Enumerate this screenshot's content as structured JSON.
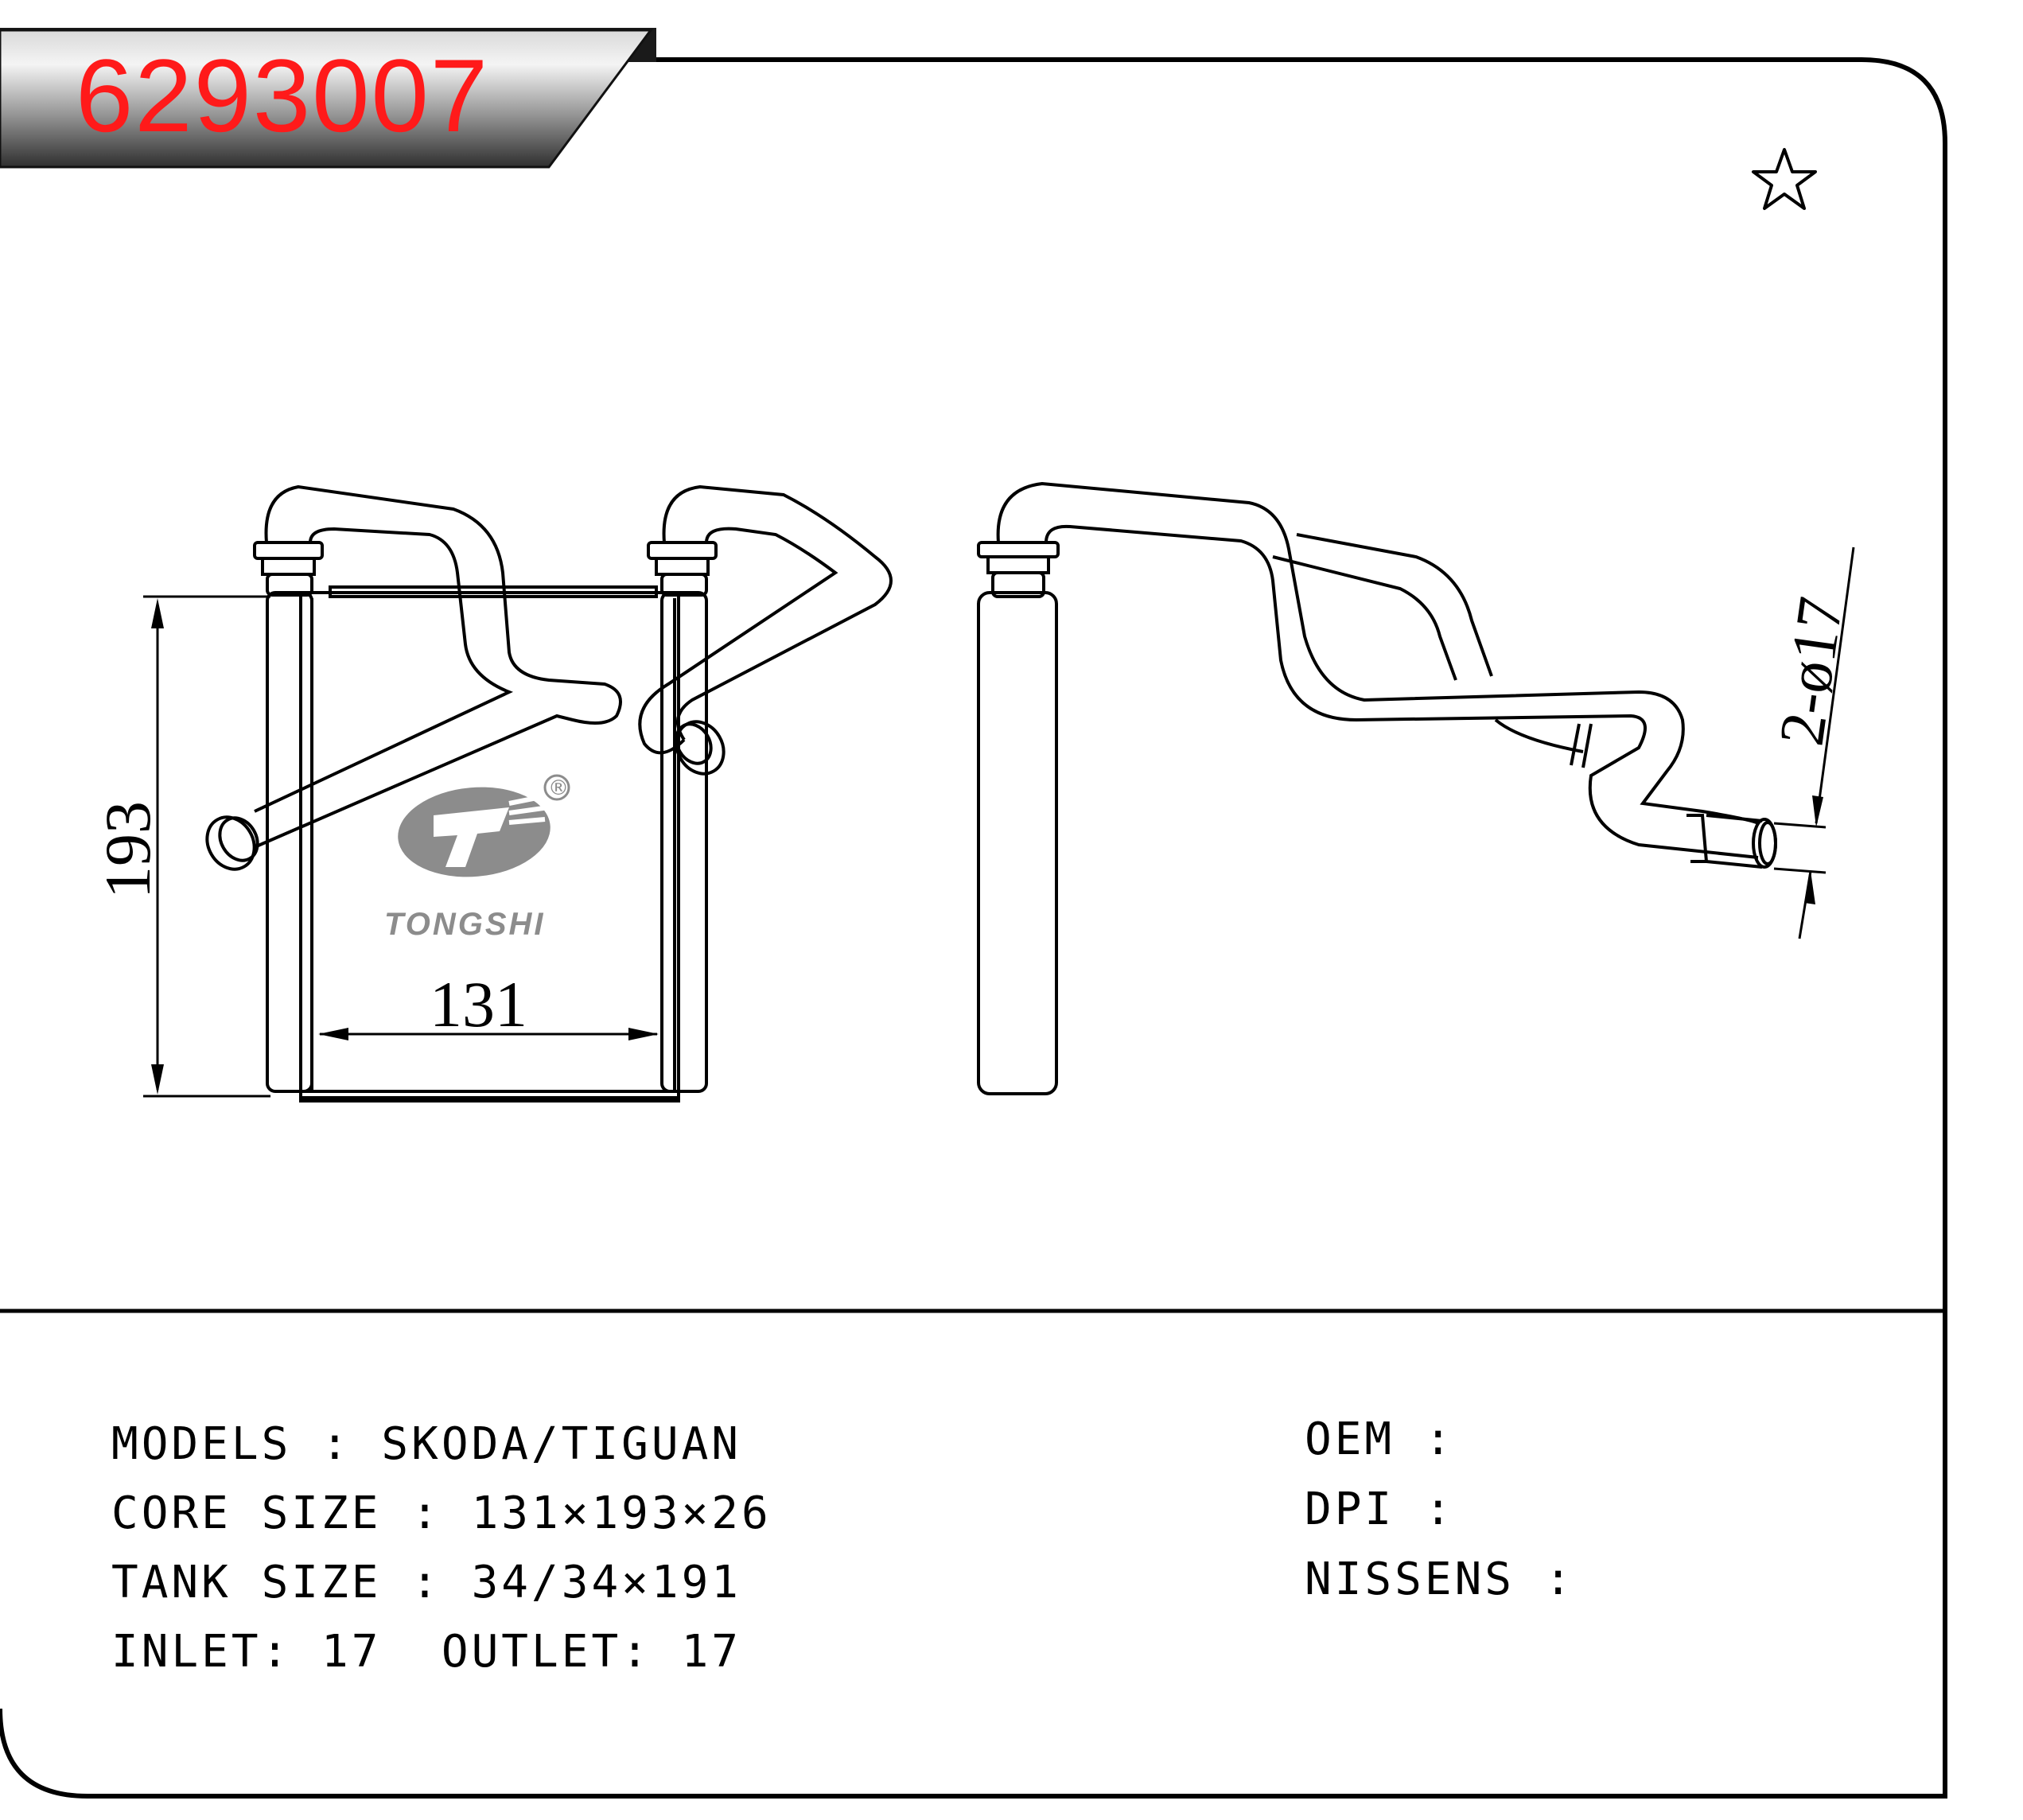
{
  "badge": {
    "part_number": "6293007"
  },
  "markers": {
    "star_icon": "star-outline-icon"
  },
  "drawing": {
    "dim_height": "193",
    "dim_width": "131",
    "dim_pipe": "2-ø17",
    "logo_text": "TONGSHI",
    "logo_registered": "®"
  },
  "specs": {
    "models": "MODELS : SKODA/TIGUAN",
    "core_size": "CORE SIZE : 131×193×26",
    "tank_size": "TANK SIZE : 34/34×191",
    "inlet_outlet": "INLET: 17  OUTLET: 17",
    "oem": "OEM :",
    "dpi": "DPI :",
    "nissens": "NISSENS :"
  },
  "colors": {
    "badge_text": "#ff1a1a",
    "line": "#000000",
    "logo": "#8c8c8c"
  }
}
